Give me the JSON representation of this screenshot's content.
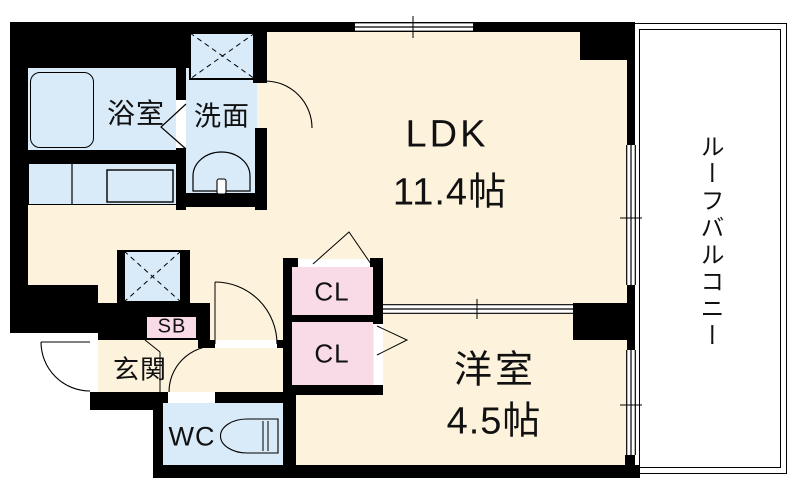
{
  "plan": {
    "type": "apartment-floor-plan",
    "rooms": {
      "ldk": {
        "label": "LDK",
        "size": "11.4帖"
      },
      "western_room": {
        "label": "洋室",
        "size": "4.5帖"
      },
      "bathroom": {
        "label": "浴室"
      },
      "washroom": {
        "label": "洗面"
      },
      "entrance": {
        "label": "玄関"
      },
      "toilet": {
        "label": "WC"
      },
      "closet_upper": {
        "label": "CL"
      },
      "closet_lower": {
        "label": "CL"
      },
      "shoe_box": {
        "label": "SB"
      },
      "roof_balcony": {
        "label": "ルーフバルコニー"
      }
    },
    "colors": {
      "floor": "#fdf3dc",
      "wet_area": "#d9eaf8",
      "closet": "#f8dbe7",
      "wall": "#000000",
      "balcony": "#ffffff"
    }
  }
}
